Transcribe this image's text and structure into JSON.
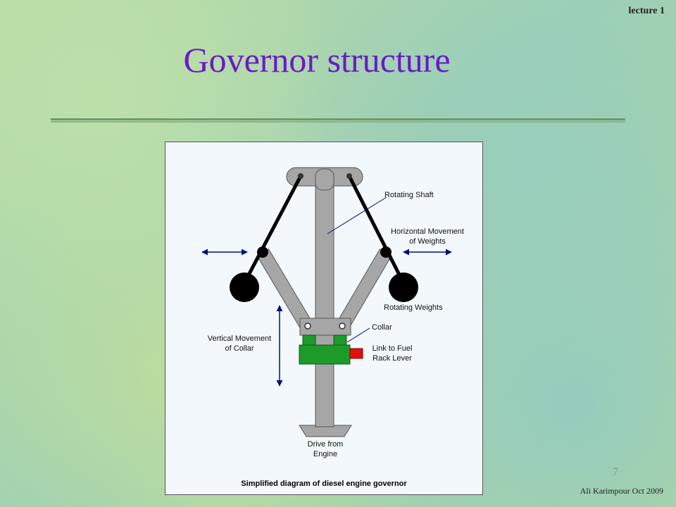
{
  "header": {
    "lecture": "lecture 1"
  },
  "slide": {
    "title": "Governor structure",
    "page_number": "7",
    "footer": "Ali Karimpour Oct 2009"
  },
  "diagram": {
    "labels": {
      "rotating_shaft": "Rotating Shaft",
      "horizontal_movement_1": "Horizontal Movement",
      "horizontal_movement_2": "of Weights",
      "rotating_weights": "Rotating Weights",
      "collar": "Collar",
      "vertical_movement_1": "Vertical Movement",
      "vertical_movement_2": "of Collar",
      "link_fuel_1": "Link to Fuel",
      "link_fuel_2": "Rack Lever",
      "drive_1": "Drive from",
      "drive_2": "Engine"
    },
    "caption": "Simplified diagram of diesel engine governor",
    "colors": {
      "shaft": "#a6a6a6",
      "collar_green": "#1c9a2a",
      "link_red": "#e01010",
      "arrow_blue": "#00107a",
      "weight": "#000000"
    }
  }
}
